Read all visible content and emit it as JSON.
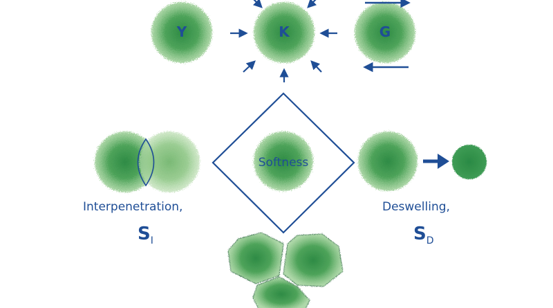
{
  "top_row": {
    "left_label": "Y",
    "center_label": "K",
    "right_label": "G"
  },
  "center": {
    "label": "Softness"
  },
  "left": {
    "label": "Interpenetration,",
    "symbol_main": "S",
    "symbol_sub": "I"
  },
  "right": {
    "label": "Deswelling,",
    "symbol_main": "S",
    "symbol_sub": "D"
  },
  "colors": {
    "ink": "#1f4e96",
    "microgel_dark": "#2e8b45",
    "microgel_light": "#7fbf7a",
    "microgel_pale": "#a9d49b",
    "background": "#ffffff"
  },
  "icons": [
    "microgel-y",
    "microgel-k",
    "microgel-g",
    "arrow",
    "diamond",
    "compressed-microgel",
    "collapsed-microgel"
  ]
}
